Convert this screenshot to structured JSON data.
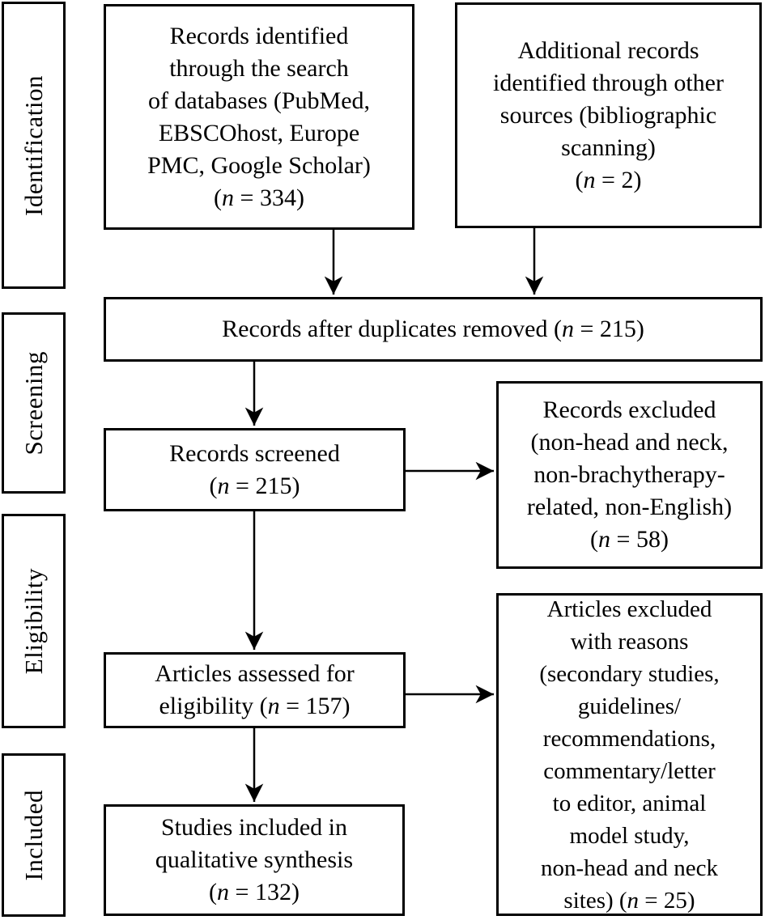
{
  "colors": {
    "line": "#000000",
    "background": "#ffffff",
    "text": "#000000"
  },
  "sidebar": {
    "items": [
      {
        "label": "Identification"
      },
      {
        "label": "Screening"
      },
      {
        "label": "Eligibility"
      },
      {
        "label": "Included"
      }
    ]
  },
  "boxes": {
    "records_identified": {
      "lines": [
        "Records identified",
        "through the search",
        "of databases (PubMed,",
        "EBSCOhost, Europe",
        "PMC, Google Scholar)"
      ],
      "nline": {
        "pre": "(",
        "n": "n",
        "post": " = 334)"
      },
      "count": 334
    },
    "additional_records": {
      "lines": [
        "Additional records",
        "identified through other",
        "sources (bibliographic",
        "scanning)"
      ],
      "nline": {
        "pre": "(",
        "n": "n",
        "post": " = 2)"
      },
      "count": 2
    },
    "duplicates_removed": {
      "lines": [],
      "nline": {
        "pre": "Records after duplicates removed (",
        "n": "n",
        "post": " = 215)"
      },
      "count": 215
    },
    "records_screened": {
      "lines": [
        "Records screened"
      ],
      "nline": {
        "pre": "(",
        "n": "n",
        "post": " = 215)"
      },
      "count": 215
    },
    "records_excluded": {
      "lines": [
        "Records excluded",
        "(non-head and neck,",
        "non-brachytherapy-",
        "related, non-English)"
      ],
      "nline": {
        "pre": "(",
        "n": "n",
        "post": " = 58)"
      },
      "count": 58
    },
    "articles_assessed": {
      "lines": [
        "Articles assessed for"
      ],
      "nline": {
        "pre": "eligibility (",
        "n": "n",
        "post": " = 157)"
      },
      "count": 157
    },
    "articles_excluded": {
      "lines": [
        "Articles excluded",
        "with reasons",
        "(secondary studies,",
        "guidelines/",
        "recommendations,",
        "commentary/letter",
        "to editor, animal",
        "model study,",
        "non-head and neck"
      ],
      "nline": {
        "pre": "sites) (",
        "n": "n",
        "post": " = 25)"
      },
      "count": 25
    },
    "studies_included": {
      "lines": [
        "Studies included in",
        "qualitative synthesis"
      ],
      "nline": {
        "pre": "(",
        "n": "n",
        "post": " = 132)"
      },
      "count": 132
    }
  }
}
